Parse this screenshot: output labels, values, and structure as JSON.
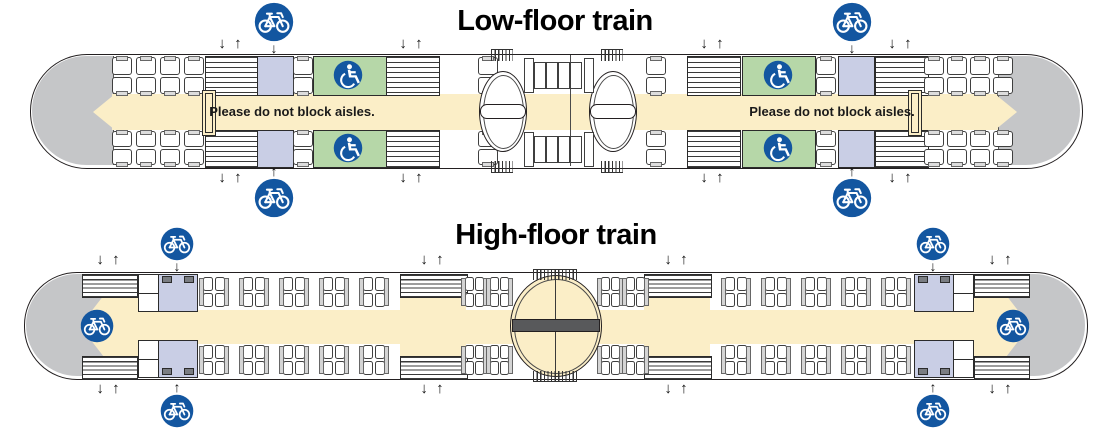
{
  "low_floor_train": {
    "title": "Low-floor train",
    "aisle_notice": "Please do not block aisles."
  },
  "high_floor_train": {
    "title": "High-floor train"
  },
  "symbols": {
    "door_arrows": "↓ ↑",
    "bike_in_arrow_down": "↓",
    "bike_in_arrow_up": "↑"
  },
  "icons": {
    "bike": "bike-icon",
    "wheelchair": "wheelchair-icon"
  },
  "colors": {
    "aisle_yellow": "#fbeec7",
    "bike_area_lavender": "#c9cee5",
    "wheelchair_area_green": "#b6d7a8",
    "sign_blue": "#1356a0",
    "cab_gray": "#c5c6c8",
    "outline": "#231f20",
    "articulation_bar_gray": "#58595b"
  }
}
